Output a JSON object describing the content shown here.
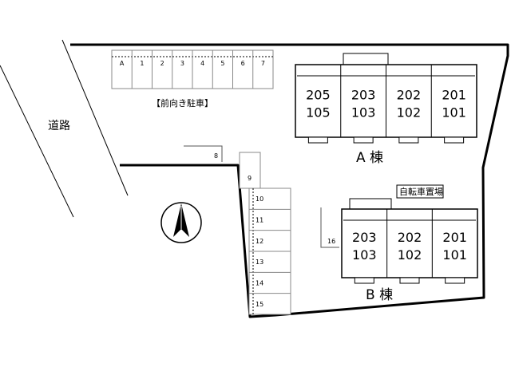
{
  "road_label": "道路",
  "parking_label": "【前向き駐車】",
  "parking_top_slots": [
    "A",
    "1",
    "2",
    "3",
    "4",
    "5",
    "6",
    "7"
  ],
  "parking_slot_8": "8",
  "parking_slot_9": "9",
  "parking_side_slots": [
    "10",
    "11",
    "12",
    "13",
    "14",
    "15"
  ],
  "parking_slot_16": "16",
  "bicycle_parking_label": "自転車置場",
  "building_a": {
    "label": "A 棟",
    "units": [
      {
        "upper": "205",
        "lower": "105"
      },
      {
        "upper": "203",
        "lower": "103"
      },
      {
        "upper": "202",
        "lower": "102"
      },
      {
        "upper": "201",
        "lower": "101"
      }
    ]
  },
  "building_b": {
    "label": "B 棟",
    "units": [
      {
        "upper": "203",
        "lower": "103"
      },
      {
        "upper": "202",
        "lower": "102"
      },
      {
        "upper": "201",
        "lower": "101"
      }
    ]
  },
  "north_icon": "north-arrow-icon"
}
